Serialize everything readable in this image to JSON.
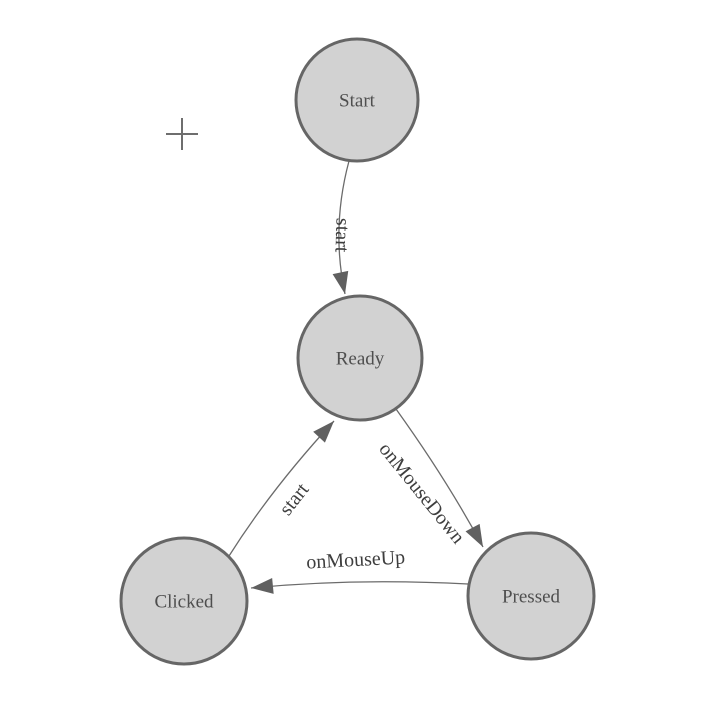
{
  "diagram": {
    "kind": "finite-state-machine",
    "colors": {
      "background": "#ffffff",
      "node_fill": "#d2d2d2",
      "node_stroke": "#666666",
      "edge_stroke": "#6b6b6b",
      "arrowhead_fill": "#606060",
      "node_label_color": "#4e4e4e",
      "edge_label_color": "#3e3e3e",
      "crosshair_color": "#6e6e6e"
    },
    "icons": {
      "crosshair": "plus-crosshair-icon",
      "arrowhead": "filled-triangle-arrowhead-icon"
    },
    "nodes": [
      {
        "id": "start",
        "label": "Start"
      },
      {
        "id": "ready",
        "label": "Ready"
      },
      {
        "id": "clicked",
        "label": "Clicked"
      },
      {
        "id": "pressed",
        "label": "Pressed"
      }
    ],
    "edges": [
      {
        "from": "start",
        "to": "ready",
        "label": "start"
      },
      {
        "from": "clicked",
        "to": "ready",
        "label": "start"
      },
      {
        "from": "ready",
        "to": "pressed",
        "label": "onMouseDown"
      },
      {
        "from": "pressed",
        "to": "clicked",
        "label": "onMouseUp"
      }
    ]
  }
}
